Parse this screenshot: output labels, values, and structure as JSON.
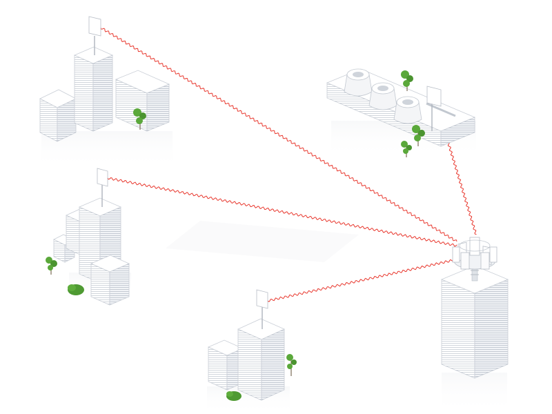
{
  "diagram": {
    "kind": "point-to-multipoint wireless network",
    "hub": {
      "name": "central-tower",
      "antenna": "sector-antenna-array"
    },
    "sites": [
      {
        "name": "site-top-left-city",
        "link_to": "central-tower"
      },
      {
        "name": "site-mid-left-city",
        "link_to": "central-tower"
      },
      {
        "name": "site-bottom-center-city",
        "link_to": "central-tower"
      },
      {
        "name": "site-industrial-plant",
        "link_to": "central-tower"
      }
    ],
    "colors": {
      "link": "#e8372d",
      "building": "#ffffff",
      "building_stroke": "#c9ced6",
      "floor_line": "#cfd4db",
      "tree": "#5aa83a",
      "shadow": "#eef0f2"
    }
  }
}
